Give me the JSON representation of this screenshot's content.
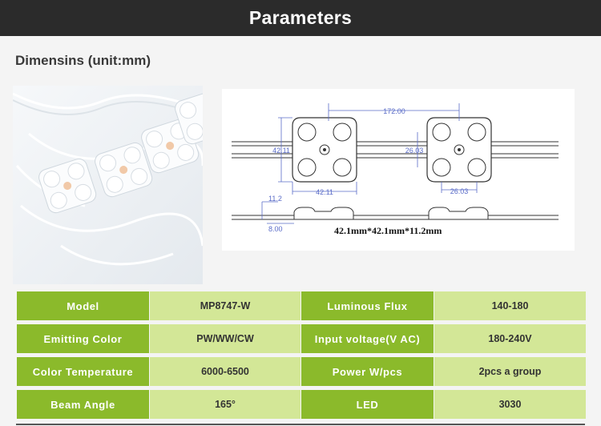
{
  "header": {
    "title": "Parameters"
  },
  "section": {
    "title": "Dimensins (unit:mm)"
  },
  "drawing": {
    "dim_pitch": "172.00",
    "dim_height": "42.11",
    "dim_width": "42.11",
    "dim_hole_v": "26.03",
    "dim_hole_h": "26.03",
    "dim_thickness": "11.2",
    "dim_base": "8.00",
    "size_caption": "42.1mm*42.1mm*11.2mm"
  },
  "params": {
    "rows": [
      {
        "label1": "Model",
        "value1": "MP8747-W",
        "label2": "Luminous Flux",
        "value2": "140-180"
      },
      {
        "label1": "Emitting Color",
        "value1": "PW/WW/CW",
        "label2": "Input voltage(V AC)",
        "value2": "180-240V"
      },
      {
        "label1": "Color Temperature",
        "value1": "6000-6500",
        "label2": "Power W/pcs",
        "value2": "2pcs a group"
      },
      {
        "label1": "Beam Angle",
        "value1": "165°",
        "label2": "LED",
        "value2": "3030"
      }
    ]
  },
  "colors": {
    "header_bg": "#2b2b2b",
    "label_bg": "#8bba2b",
    "value_bg": "#d3e797"
  }
}
